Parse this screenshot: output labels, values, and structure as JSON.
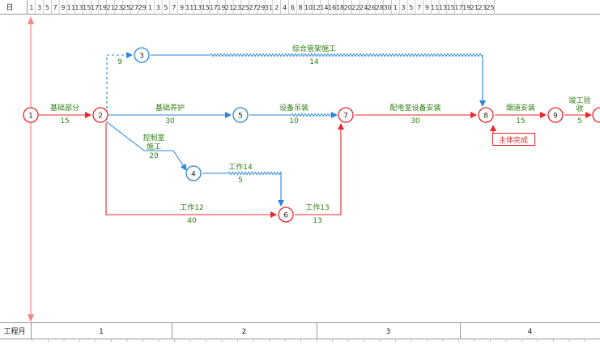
{
  "scale": {
    "day_label": "日",
    "day_ticks": [
      "1",
      "3",
      "5",
      "7",
      "9",
      "11",
      "13",
      "15",
      "17",
      "19",
      "21",
      "23",
      "25",
      "27",
      "29",
      "1",
      "3",
      "5",
      "7",
      "9",
      "11",
      "13",
      "15",
      "17",
      "19",
      "21",
      "23",
      "25",
      "27",
      "29",
      "31",
      "2",
      "4",
      "6",
      "8",
      "10",
      "12",
      "14",
      "16",
      "18",
      "20",
      "22",
      "24",
      "26",
      "28",
      "30",
      "1",
      "3",
      "5",
      "7",
      "9",
      "11",
      "13",
      "15",
      "17",
      "19",
      "21",
      "23",
      "25"
    ],
    "month_label": "工程月",
    "months": [
      "1",
      "2",
      "3",
      "4"
    ]
  },
  "nodes": [
    {
      "id": "1",
      "label": "1",
      "color": "red"
    },
    {
      "id": "2",
      "label": "2",
      "color": "red"
    },
    {
      "id": "3",
      "label": "3",
      "color": "blue"
    },
    {
      "id": "4",
      "label": "4",
      "color": "blue"
    },
    {
      "id": "5",
      "label": "5",
      "color": "blue"
    },
    {
      "id": "6",
      "label": "6",
      "color": "red"
    },
    {
      "id": "7",
      "label": "7",
      "color": "red"
    },
    {
      "id": "8",
      "label": "8",
      "color": "red"
    },
    {
      "id": "9",
      "label": "9",
      "color": "red"
    },
    {
      "id": "10",
      "label": "",
      "color": "red"
    }
  ],
  "activities": [
    {
      "id": "a12",
      "name": "基础部分",
      "duration": "15"
    },
    {
      "id": "a23",
      "name": "",
      "duration": "9"
    },
    {
      "id": "a25",
      "name": "基础养护",
      "duration": "30"
    },
    {
      "id": "a24",
      "name": "控制室施工",
      "name_lines": [
        "控制室",
        "施工"
      ],
      "duration": "20"
    },
    {
      "id": "a26",
      "name": "工作12",
      "duration": "40"
    },
    {
      "id": "a38",
      "name": "综合管架施工",
      "duration": "14"
    },
    {
      "id": "a57",
      "name": "设备吊装",
      "duration": "10"
    },
    {
      "id": "a46",
      "name": "工作14",
      "duration": "5"
    },
    {
      "id": "a67",
      "name": "工作13",
      "duration": "13"
    },
    {
      "id": "a78",
      "name": "配电室设备安装",
      "duration": "30"
    },
    {
      "id": "a89",
      "name": "烟道安装",
      "duration": "15"
    },
    {
      "id": "a910",
      "name": "竣工验收",
      "name_lines": [
        "竣工验",
        "收"
      ],
      "duration": "5"
    }
  ],
  "milestone": {
    "label": "主体完成"
  },
  "colors": {
    "critical": "#e8262b",
    "normal": "#2a86d6",
    "text_green": "#2e7d11",
    "grid": "#999999",
    "axis": "#f08a8a"
  }
}
